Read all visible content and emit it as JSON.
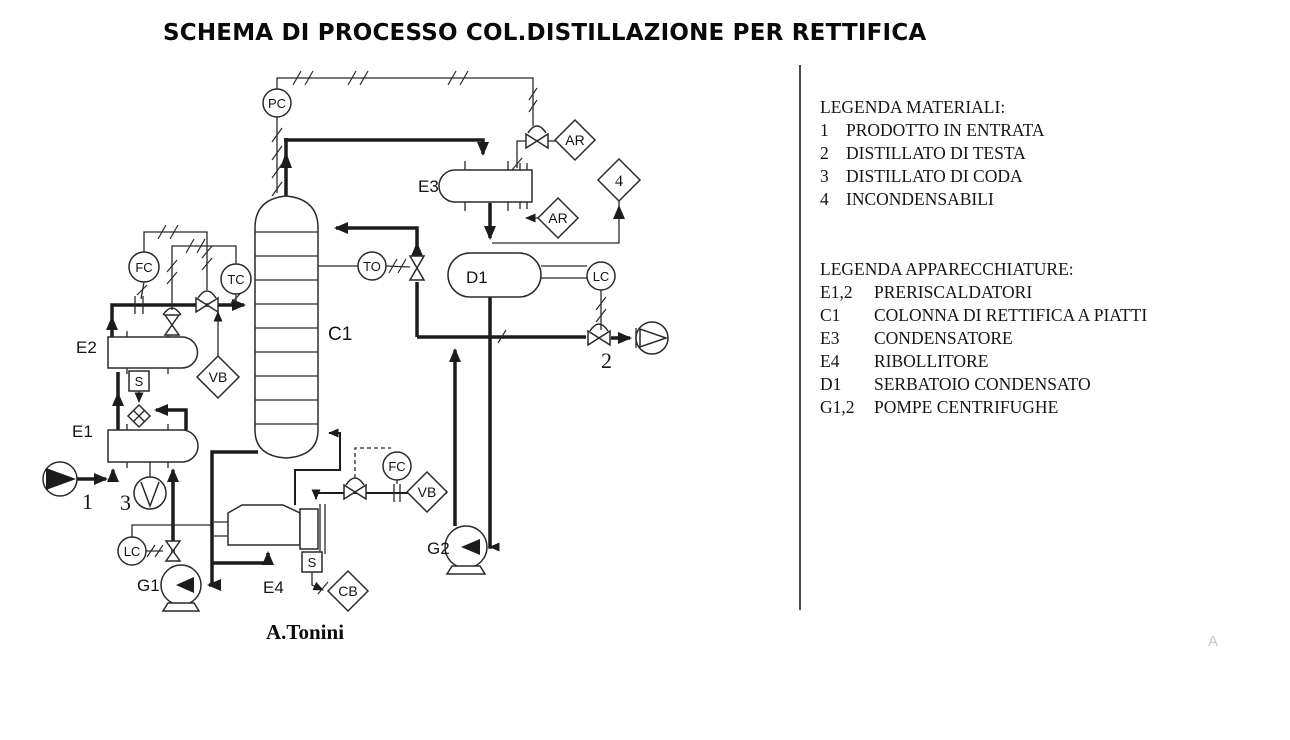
{
  "title": "SCHEMA DI PROCESSO COL.DISTILLAZIONE PER RETTIFICA",
  "legend_materials": {
    "heading": "LEGENDA MATERIALI:",
    "items": [
      {
        "num": "1",
        "label": "PRODOTTO IN ENTRATA"
      },
      {
        "num": "2",
        "label": "DISTILLATO DI TESTA"
      },
      {
        "num": "3",
        "label": "DISTILLATO DI CODA"
      },
      {
        "num": "4",
        "label": "INCONDENSABILI"
      }
    ]
  },
  "legend_equipment": {
    "heading": "LEGENDA APPARECCHIATURE:",
    "items": [
      {
        "code": "E1,2",
        "label": "PRERISCALDATORI"
      },
      {
        "code": "C1",
        "label": "COLONNA DI RETTIFICA A PIATTI"
      },
      {
        "code": "E3",
        "label": "CONDENSATORE"
      },
      {
        "code": "E4",
        "label": "RIBOLLITORE"
      },
      {
        "code": "D1",
        "label": "SERBATOIO CONDENSATO"
      },
      {
        "code": "G1,2",
        "label": "POMPE CENTRIFUGHE"
      }
    ]
  },
  "signature": "A.Tonini",
  "watermark": "A",
  "diagram": {
    "equipment": {
      "c1": "C1",
      "e1": "E1",
      "e2": "E2",
      "e3": "E3",
      "e4": "E4",
      "d1": "D1",
      "g1": "G1",
      "g2": "G2"
    },
    "instruments": {
      "pc": "PC",
      "fc_feed": "FC",
      "tc_feed": "TC",
      "to_reflux": "TO",
      "lc_drum": "LC",
      "lc_bottoms": "LC",
      "fc_steam": "FC",
      "ar_vent": "AR",
      "ar_condensate": "AR",
      "vb_feed": "VB",
      "vb_steam": "VB",
      "cb": "CB",
      "s_e2": "S",
      "s_e4": "S"
    },
    "streams": {
      "n1": "1",
      "n2": "2",
      "n3": "3",
      "n4": "4"
    }
  }
}
